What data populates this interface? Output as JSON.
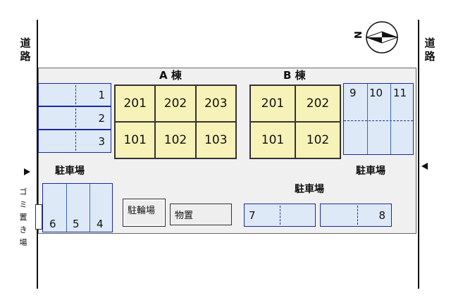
{
  "road": {
    "left_label": "道\n路",
    "right_label": "道\n路"
  },
  "buildings": {
    "a": {
      "label": "A 棟",
      "rooms_top": [
        "201",
        "202",
        "203"
      ],
      "rooms_bottom": [
        "101",
        "102",
        "103"
      ]
    },
    "b": {
      "label": "B 棟",
      "rooms_top": [
        "201",
        "202"
      ],
      "rooms_bottom": [
        "101",
        "102"
      ]
    }
  },
  "parking": {
    "left_top": [
      "1",
      "2",
      "3"
    ],
    "right_top": [
      "9",
      "10",
      "11"
    ],
    "bottom_left": [
      "6",
      "5",
      "4"
    ],
    "bottom_mid": "7",
    "bottom_right": "8",
    "label_left": "駐車場",
    "label_right": "駐車場",
    "label_center": "駐車場"
  },
  "facilities": {
    "bike": "駐輪場",
    "storage": "物置"
  },
  "garbage": {
    "label": "ゴミ置き場"
  },
  "compass": {
    "label": "N"
  },
  "colors": {
    "parking_fill": "#dde9f7",
    "parking_border": "#1c2aa0",
    "building_fill": "#f7f2b8",
    "site_fill": "#f0f0f0"
  }
}
